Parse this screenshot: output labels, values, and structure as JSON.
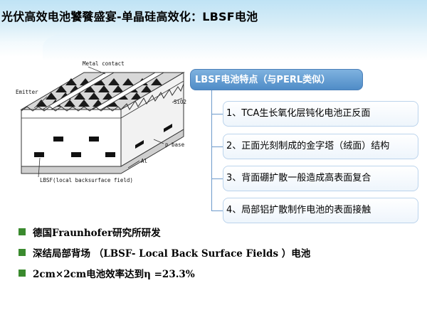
{
  "title": "光伏高效电池饕餮盛宴-单晶硅高效化：LBSF电池",
  "figure": {
    "labels": {
      "metal_contact": "Metal contact",
      "emitter": "Emitter",
      "sio2": "SiO2",
      "p_base": "p base",
      "al": "Al",
      "lbsf": "LBSF(local backsurface field)"
    }
  },
  "features": {
    "heading": "LBSF电池特点（与PERL类似）",
    "items": [
      "1、TCA生长氧化层钝化电池正反面",
      "2、正面光刻制成的金字塔（绒面）结构",
      "3、背面硼扩散一般造成高表面复合",
      "4、局部铝扩散制作电池的表面接触"
    ]
  },
  "bullets": [
    "德国Fraunhofer研究所研发",
    "深结局部背场 （LBSF- Local Back Surface Fields ）电池",
    "2cm×2cm电池效率达到η =23.3%"
  ],
  "colors": {
    "bullet": "#3a8a2e",
    "heading_fill": "#5b97cf",
    "connector": "#6d9acb"
  }
}
